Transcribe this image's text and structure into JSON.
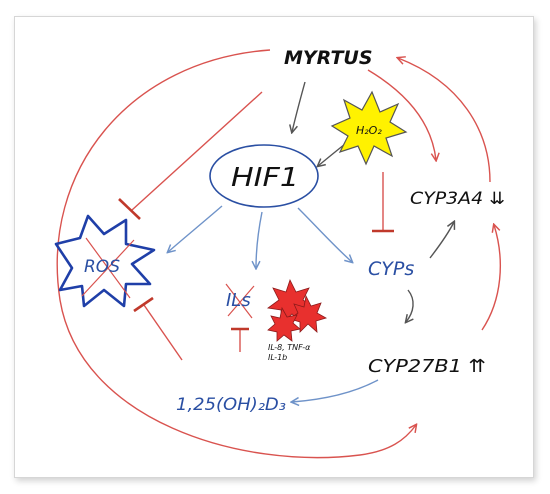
{
  "nodes": {
    "myrtus": "MYRTUS",
    "h2o2": "H₂O₂",
    "hif1": "HIF1",
    "cyp3a4": "CYP3A4 ⇊",
    "ros": "ROS",
    "ils": "ILs",
    "ils_detail_line1": "IL-8, TNF-α",
    "ils_detail_line2": "IL-1b",
    "cyps": "CYPs",
    "cyp27b1": "CYP27B1 ⇈",
    "vitd": "1,25(OH)₂D₃"
  },
  "colors": {
    "red_arrow": "#d9534f",
    "blue_arrow": "#6f93c9",
    "grey_arrow": "#555555",
    "h2o2_fill": "#fff200",
    "ros_outline": "#1f3fa8",
    "ils_burst": "#e8302e"
  }
}
